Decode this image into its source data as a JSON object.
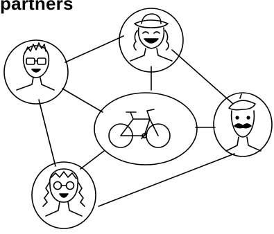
{
  "header": {
    "title_fragment": "partners"
  },
  "diagram": {
    "hub_icon": "bicycle-icon",
    "nodes": [
      {
        "id": "person-glasses-spiky-hair",
        "icon": "person-icon"
      },
      {
        "id": "person-hat",
        "icon": "person-icon"
      },
      {
        "id": "person-beret-mustache",
        "icon": "person-icon"
      },
      {
        "id": "person-braids-glasses",
        "icon": "person-icon"
      }
    ],
    "edges": [
      [
        "person-glasses-spiky-hair",
        "person-hat"
      ],
      [
        "person-hat",
        "person-beret-mustache"
      ],
      [
        "person-beret-mustache",
        "person-braids-glasses"
      ],
      [
        "person-braids-glasses",
        "person-glasses-spiky-hair"
      ],
      [
        "hub",
        "person-glasses-spiky-hair"
      ],
      [
        "hub",
        "person-hat"
      ],
      [
        "hub",
        "person-beret-mustache"
      ],
      [
        "hub",
        "person-braids-glasses"
      ]
    ],
    "stroke_color": "#000000",
    "background_color": "#ffffff"
  }
}
